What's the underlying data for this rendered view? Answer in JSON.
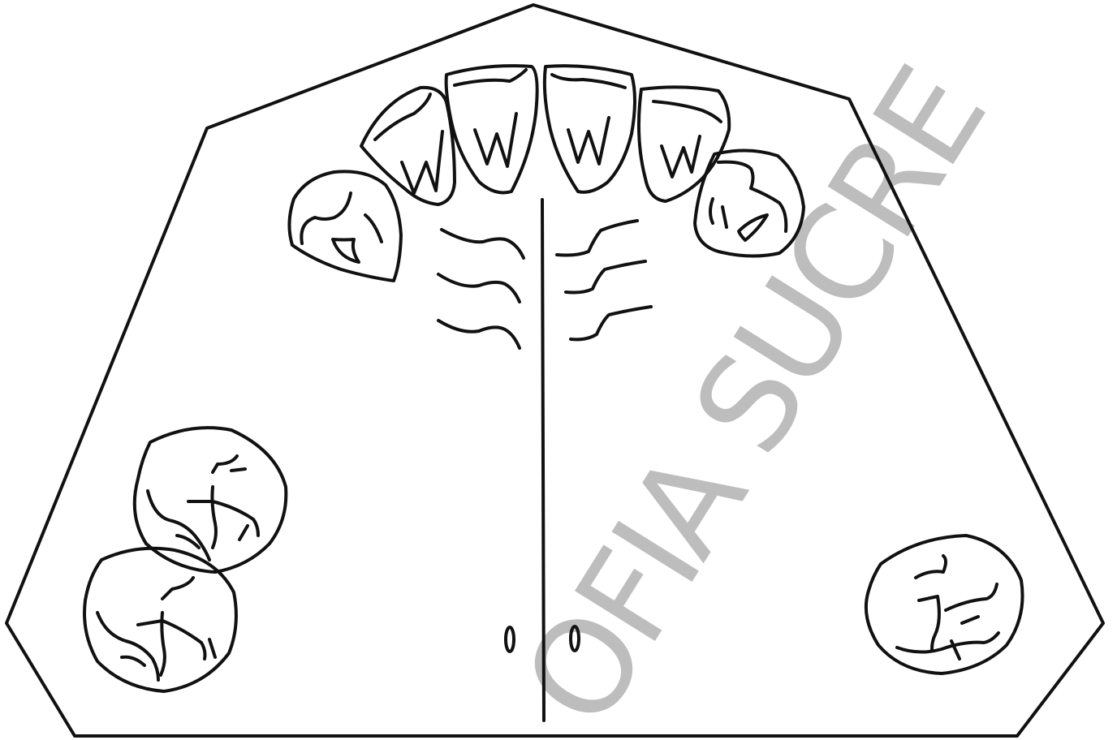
{
  "diagram": {
    "watermark": {
      "text": "OFIA SUCRE",
      "color": "#bdbdbd"
    },
    "stroke_color": "#111111",
    "background_color": "#ffffff",
    "elements": [
      "palate-outline",
      "midline-raphe",
      "palatine-rugae",
      "incisor-teeth",
      "canine-teeth",
      "molar-teeth",
      "palatine-foveae"
    ]
  }
}
